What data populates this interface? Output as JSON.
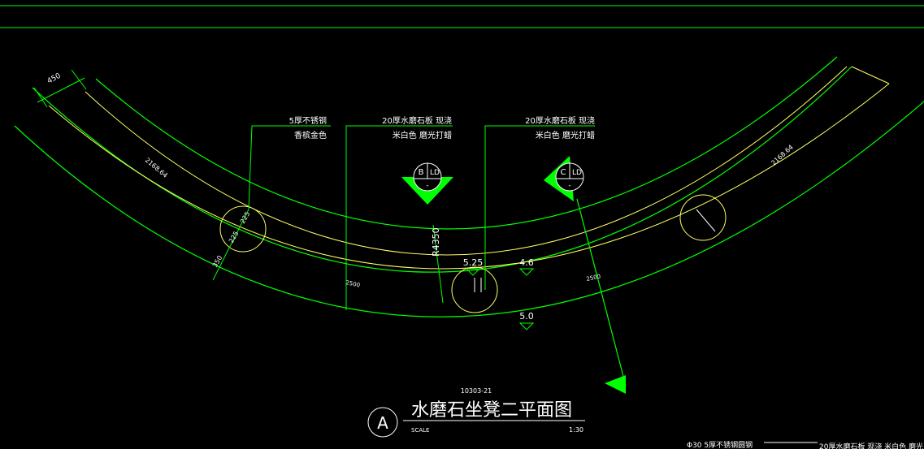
{
  "drawing": {
    "title": "水磨石坐凳二平面图",
    "section_ref": "10303-21",
    "scale_label": "SCALE",
    "scale_value": "1:30",
    "detail_letter": "A"
  },
  "callouts": [
    {
      "line1": "5厚不锈钢",
      "line2": "香槟金色"
    },
    {
      "line1": "20厚水磨石板  现浇",
      "line2": "米白色  磨光打蜡"
    },
    {
      "line1": "20厚水磨石板  现浇",
      "line2": "米白色  磨光打蜡"
    }
  ],
  "section_marks": [
    {
      "letter": "B",
      "ref": "LD",
      "sub": "-"
    },
    {
      "letter": "C",
      "ref": "LD",
      "sub": "-"
    }
  ],
  "dimensions": {
    "width_left": "450",
    "arc_outer_left": "2168.64",
    "arc_outer_right": "2168.64",
    "radius": "R4350",
    "chord_left": "2500",
    "chord_right": "2500",
    "d225a": "225",
    "d225b": "225",
    "d350": "350"
  },
  "levels": [
    "5.25",
    "4.6",
    "5.0"
  ],
  "bottom_notes": {
    "left": "Φ30  5厚不锈钢圆钢",
    "right": "20厚水磨石板  现浇  米白色  磨光"
  },
  "colors": {
    "background": "#000000",
    "green": "#00ff00",
    "yellow": "#ffff66",
    "white": "#ffffff"
  }
}
